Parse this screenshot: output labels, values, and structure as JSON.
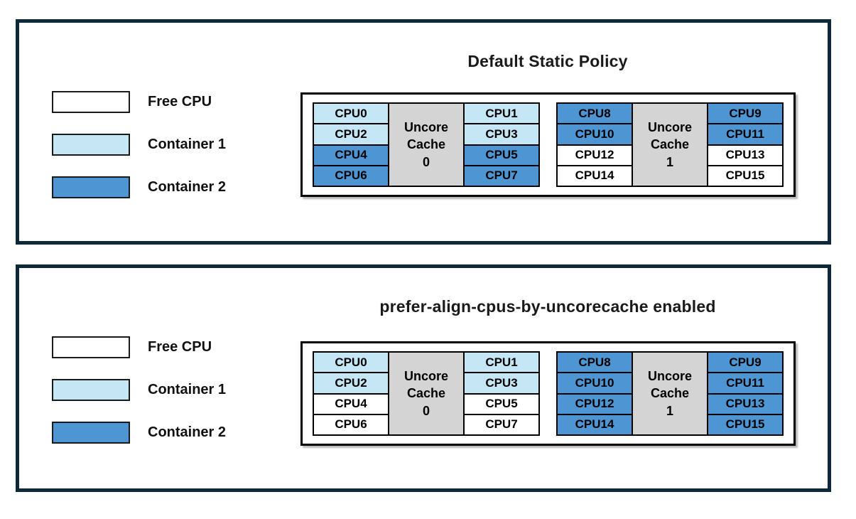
{
  "colors": {
    "free_cpu": "#FFFFFF",
    "container1": "#C5E7F5",
    "container2": "#4D96D3",
    "uncore_cache_bg": "#D4D4D4",
    "panel_border": "#0D2838",
    "cell_border": "#000000"
  },
  "legend": {
    "items": [
      {
        "label": "Free CPU",
        "state": "free"
      },
      {
        "label": "Container 1",
        "state": "container1"
      },
      {
        "label": "Container 2",
        "state": "container2"
      }
    ]
  },
  "panels": [
    {
      "title": "Default Static Policy",
      "groups": [
        {
          "cache_label": "Uncore\nCache\n0",
          "left_cpus": [
            {
              "label": "CPU0",
              "state": "container1"
            },
            {
              "label": "CPU2",
              "state": "container1"
            },
            {
              "label": "CPU4",
              "state": "container2"
            },
            {
              "label": "CPU6",
              "state": "container2"
            }
          ],
          "right_cpus": [
            {
              "label": "CPU1",
              "state": "container1"
            },
            {
              "label": "CPU3",
              "state": "container1"
            },
            {
              "label": "CPU5",
              "state": "container2"
            },
            {
              "label": "CPU7",
              "state": "container2"
            }
          ]
        },
        {
          "cache_label": "Uncore\nCache\n1",
          "left_cpus": [
            {
              "label": "CPU8",
              "state": "container2"
            },
            {
              "label": "CPU10",
              "state": "container2"
            },
            {
              "label": "CPU12",
              "state": "free"
            },
            {
              "label": "CPU14",
              "state": "free"
            }
          ],
          "right_cpus": [
            {
              "label": "CPU9",
              "state": "container2"
            },
            {
              "label": "CPU11",
              "state": "container2"
            },
            {
              "label": "CPU13",
              "state": "free"
            },
            {
              "label": "CPU15",
              "state": "free"
            }
          ]
        }
      ]
    },
    {
      "title": "prefer-align-cpus-by-uncorecache enabled",
      "groups": [
        {
          "cache_label": "Uncore\nCache\n0",
          "left_cpus": [
            {
              "label": "CPU0",
              "state": "container1"
            },
            {
              "label": "CPU2",
              "state": "container1"
            },
            {
              "label": "CPU4",
              "state": "free"
            },
            {
              "label": "CPU6",
              "state": "free"
            }
          ],
          "right_cpus": [
            {
              "label": "CPU1",
              "state": "container1"
            },
            {
              "label": "CPU3",
              "state": "container1"
            },
            {
              "label": "CPU5",
              "state": "free"
            },
            {
              "label": "CPU7",
              "state": "free"
            }
          ]
        },
        {
          "cache_label": "Uncore\nCache\n1",
          "left_cpus": [
            {
              "label": "CPU8",
              "state": "container2"
            },
            {
              "label": "CPU10",
              "state": "container2"
            },
            {
              "label": "CPU12",
              "state": "container2"
            },
            {
              "label": "CPU14",
              "state": "container2"
            }
          ],
          "right_cpus": [
            {
              "label": "CPU9",
              "state": "container2"
            },
            {
              "label": "CPU11",
              "state": "container2"
            },
            {
              "label": "CPU13",
              "state": "container2"
            },
            {
              "label": "CPU15",
              "state": "container2"
            }
          ]
        }
      ]
    }
  ]
}
